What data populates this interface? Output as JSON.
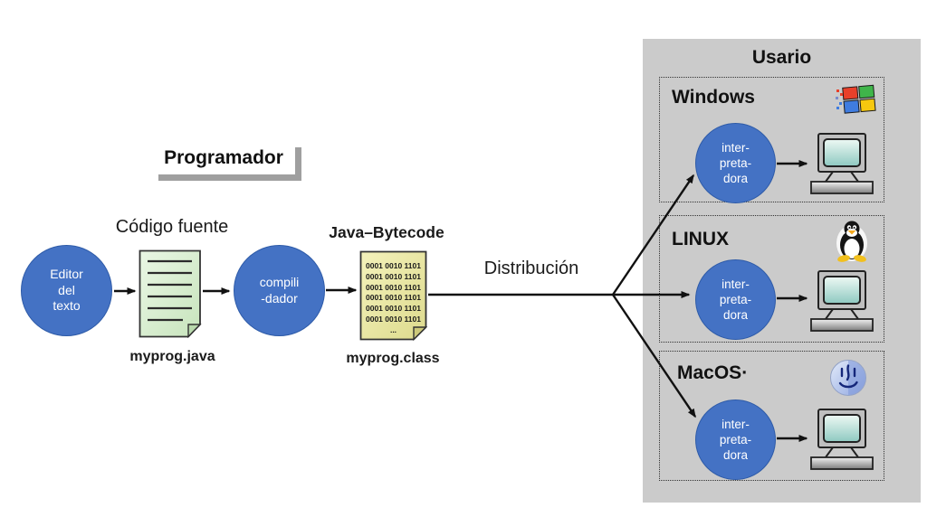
{
  "diagram": {
    "programador_label": "Programador",
    "codigo_fuente_label": "Código fuente",
    "myprog_java_label": "myprog.java",
    "java_bytecode_label": "Java–Bytecode",
    "myprog_class_label": "myprog.class",
    "distribucion_label": "Distribución"
  },
  "editor_circle": {
    "line1": "Editor",
    "line2": "del",
    "line3": "texto"
  },
  "compiler_circle": {
    "line1": "compili",
    "line2": "-dador"
  },
  "bytecode_doc": {
    "binary_line": "0001 0010 1101",
    "ellipsis": "..."
  },
  "interpreter_circle": {
    "line1": "inter-",
    "line2": "preta-",
    "line3": "dora"
  },
  "usario_panel": {
    "title": "Usario",
    "sections": [
      {
        "label": "Windows",
        "icon": "windows-logo-icon"
      },
      {
        "label": "LINUX",
        "icon": "linux-tux-icon"
      },
      {
        "label": "MacOS·",
        "icon": "macos-face-icon"
      }
    ]
  },
  "colors": {
    "circle_blue": "#4472C4",
    "panel_gray": "#CBCBCB",
    "source_doc_green": "#D9EDD3",
    "bytecode_doc_yellow": "#EFEDA9",
    "screen_teal": "#9FD4CC"
  }
}
